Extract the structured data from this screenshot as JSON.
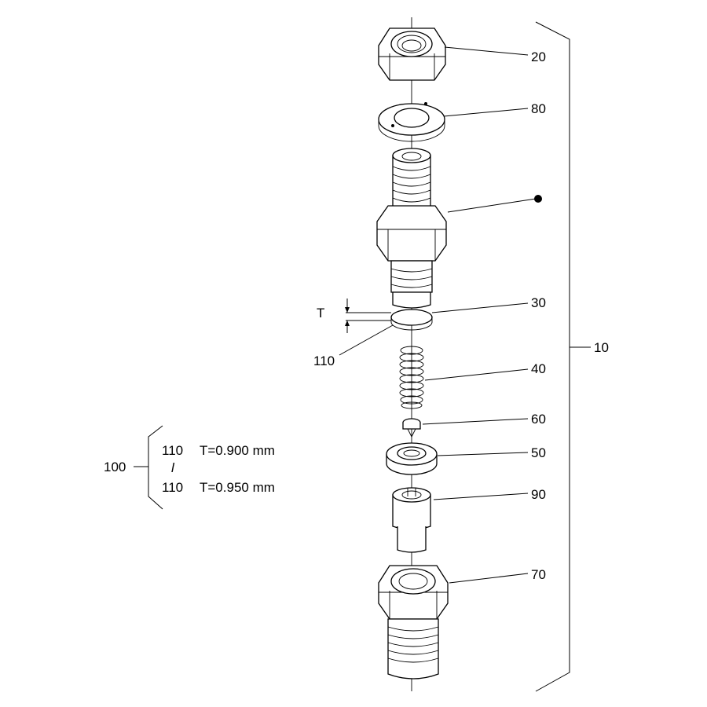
{
  "callouts": {
    "c20": "20",
    "c80": "80",
    "c30": "30",
    "c110": "110",
    "c40": "40",
    "c60": "60",
    "c50": "50",
    "c90": "90",
    "c70": "70",
    "c10": "10",
    "dimension_t": "T"
  },
  "variant_table": {
    "group": "100",
    "range_symbol": "l",
    "rows": [
      {
        "part": "110",
        "spec": "T=0.900 mm"
      },
      {
        "part": "110",
        "spec": "T=0.950 mm"
      }
    ]
  }
}
